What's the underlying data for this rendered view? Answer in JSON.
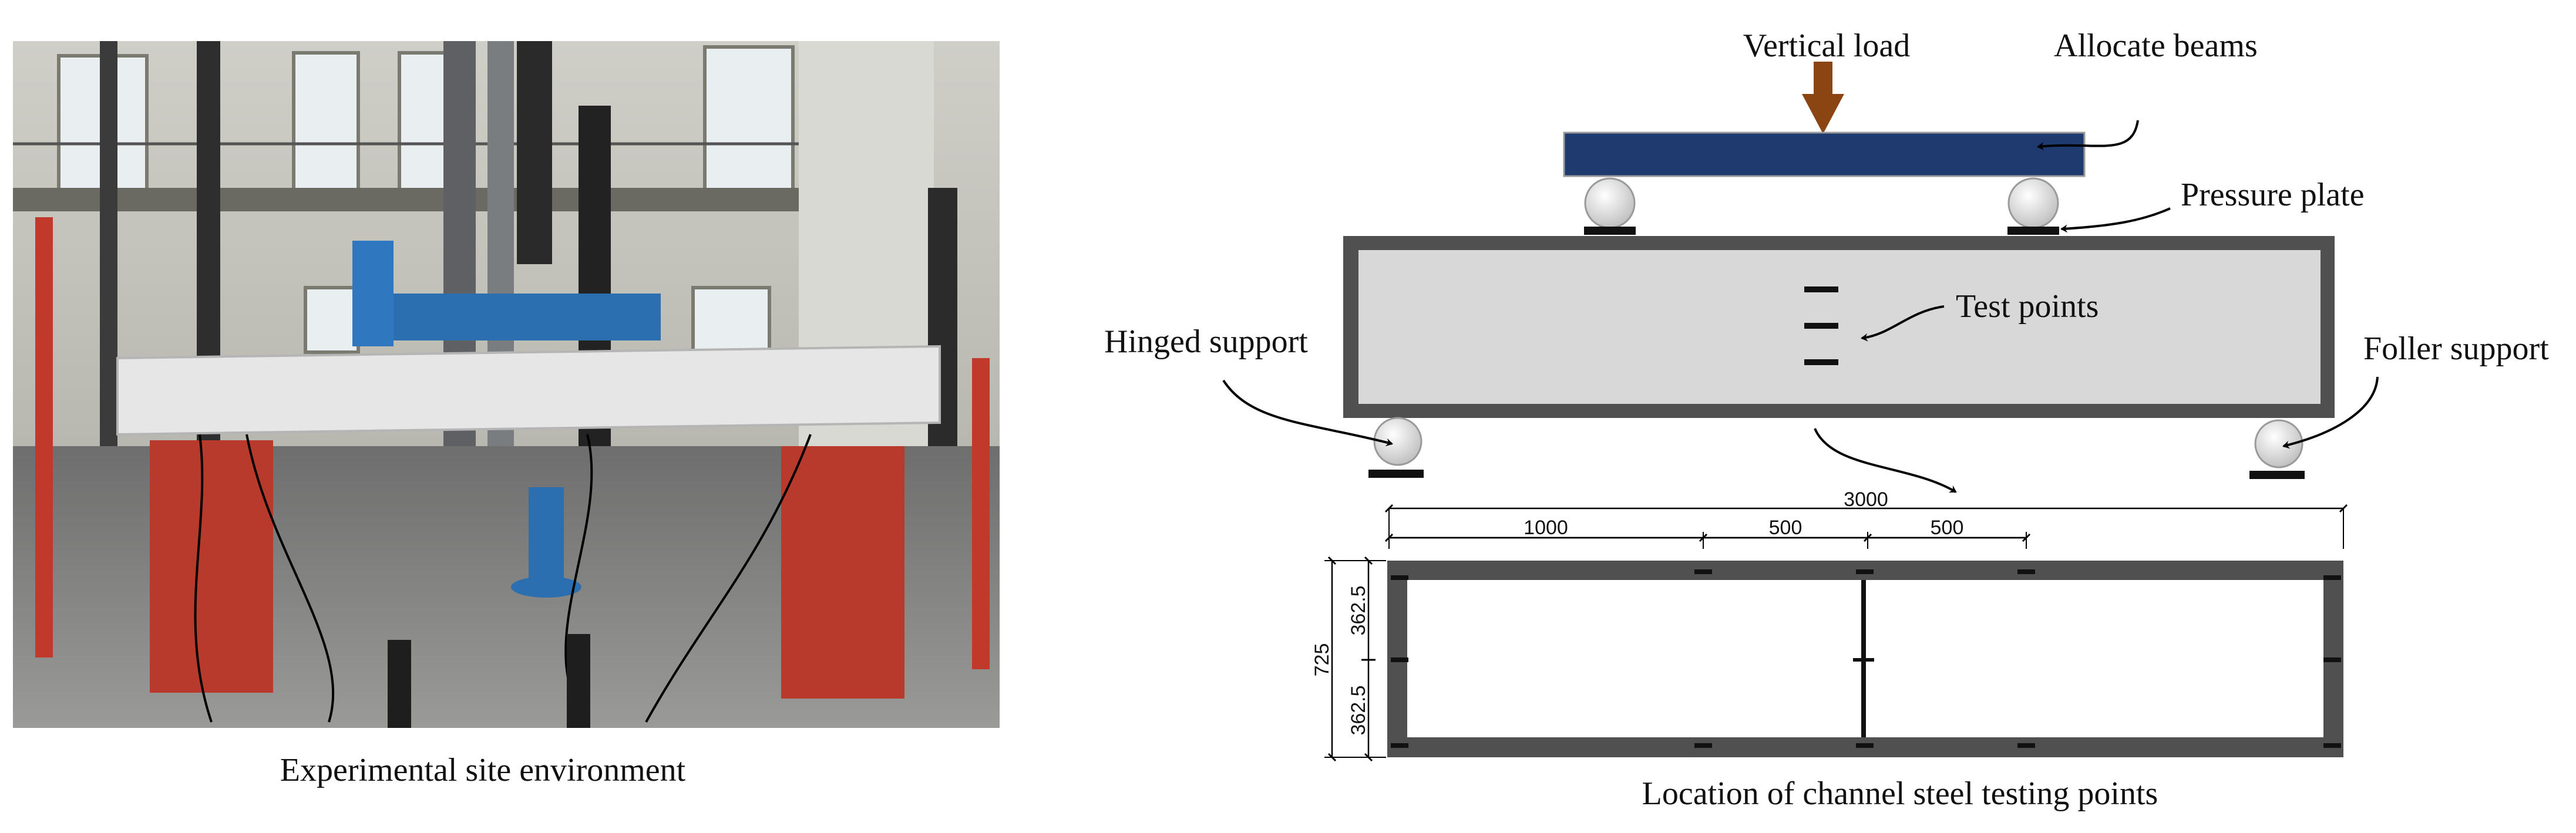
{
  "captions": {
    "left": "Experimental site environment",
    "right": "Location of channel steel testing points"
  },
  "labels": {
    "vertical_load": "Vertical load",
    "allocate_beams": "Allocate beams",
    "pressure_plate": "Pressure plate",
    "test_points": "Test points",
    "hinged_support": "Hinged support",
    "roller_support": "Foller support"
  },
  "dimensions": {
    "total": "3000",
    "seg1": "1000",
    "seg2": "500",
    "seg3": "500",
    "height": "725",
    "half_top": "362.5",
    "half_bottom": "362.5"
  },
  "colors": {
    "load_arrow": "#8b4513",
    "allocate_beam": "#1f3a6e",
    "frame": "#505050",
    "frame_fill": "#d8d8d8"
  }
}
